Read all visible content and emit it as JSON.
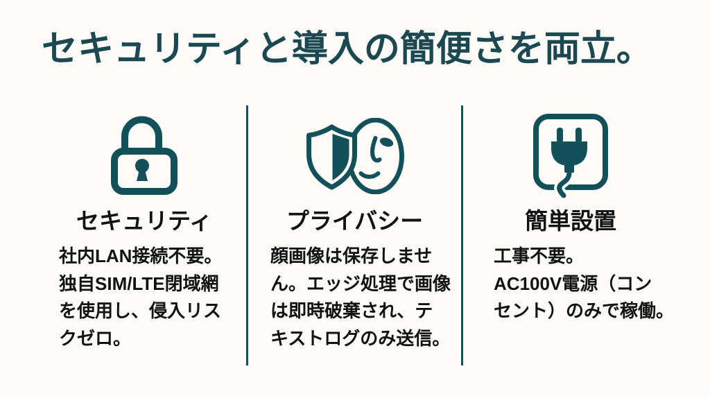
{
  "slide": {
    "title": "セキュリティと導入の簡便さを両立。",
    "background_color": "#fcfbf7",
    "accent_color": "#12505a",
    "title_color": "#1b4851",
    "text_color": "#121212"
  },
  "columns": [
    {
      "icon": "lock-icon",
      "heading": "セキュリティ",
      "body": "社内LAN接続不要。\n独自SIM/LTE閉域網\nを使用し、侵入リス\nクゼロ。"
    },
    {
      "icon": "shield-face-icon",
      "heading": "プライバシー",
      "body": "顔画像は保存しませ\nん。エッジ処理で画像\nは即時破棄され、テ\nキストログのみ送信。"
    },
    {
      "icon": "power-plug-icon",
      "heading": "簡単設置",
      "body": "工事不要。\nAC100V電源（コン\nセント）のみで稼働。"
    }
  ]
}
